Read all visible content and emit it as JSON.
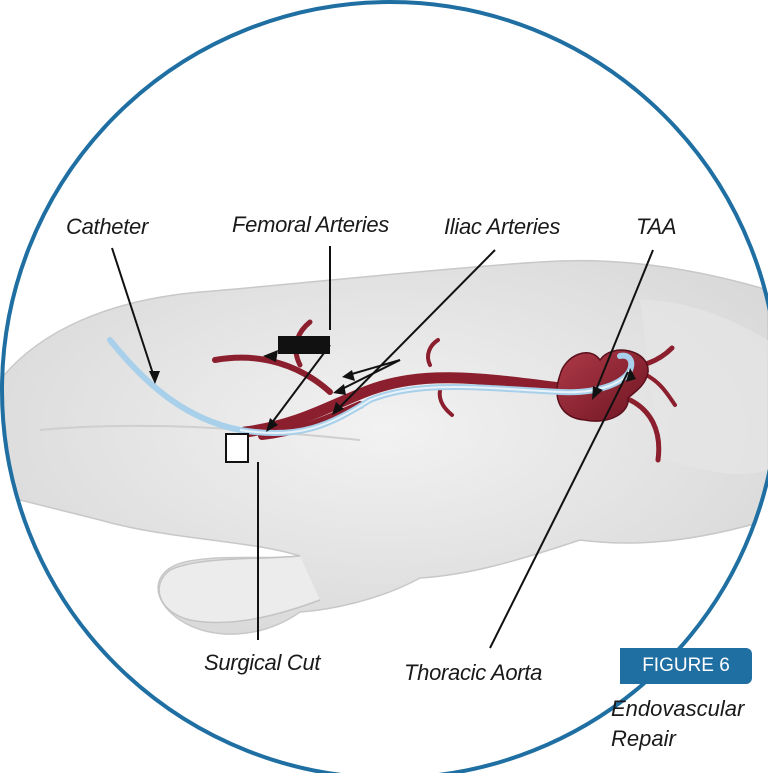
{
  "labels": {
    "catheter": "Catheter",
    "femoral": "Femoral Arteries",
    "iliac": "Iliac Arteries",
    "taa": "TAA",
    "surgical_cut": "Surgical Cut",
    "thoracic_aorta": "Thoracic Aorta"
  },
  "figure": {
    "badge": "FIGURE 6",
    "caption_line1": "Endovascular",
    "caption_line2": "Repair"
  },
  "colors": {
    "circle_border": "#1f6fa3",
    "vessel": "#8b1f2e",
    "catheter": "#9cc8e6"
  }
}
